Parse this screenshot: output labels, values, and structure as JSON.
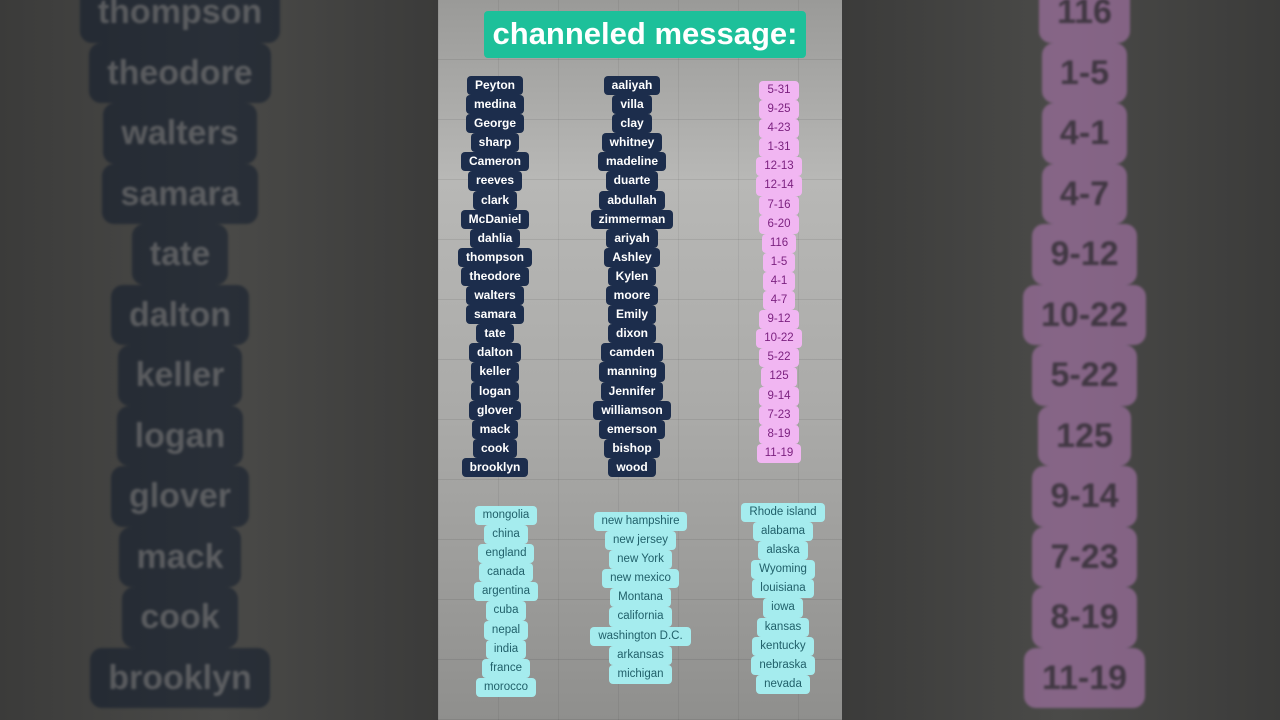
{
  "title": "channeled message:",
  "names_left": [
    "Peyton",
    "medina",
    "George",
    "sharp",
    "Cameron",
    "reeves",
    "clark",
    "McDaniel",
    "dahlia",
    "thompson",
    "theodore",
    "walters",
    "samara",
    "tate",
    "dalton",
    "keller",
    "logan",
    "glover",
    "mack",
    "cook",
    "brooklyn"
  ],
  "names_middle": [
    "aaliyah",
    "villa",
    "clay",
    "whitney",
    "madeline",
    "duarte",
    "abdullah",
    "zimmerman",
    "ariyah",
    "Ashley",
    "Kylen",
    "moore",
    "Emily",
    "dixon",
    "camden",
    "manning",
    "Jennifer",
    "williamson",
    "emerson",
    "bishop",
    "wood"
  ],
  "dates": [
    "5-31",
    "9-25",
    "4-23",
    "1-31",
    "12-13",
    "12-14",
    "7-16",
    "6-20",
    "116",
    "1-5",
    "4-1",
    "4-7",
    "9-12",
    "10-22",
    "5-22",
    "125",
    "9-14",
    "7-23",
    "8-19",
    "11-19"
  ],
  "countries": [
    "mongolia",
    "china",
    "england",
    "canada",
    "argentina",
    "cuba",
    "nepal",
    "india",
    "france",
    "morocco"
  ],
  "states_middle": [
    "new hampshire",
    "new jersey",
    "new York",
    "new mexico",
    "Montana",
    "california",
    "washington D.C.",
    "arkansas",
    "michigan"
  ],
  "states_right": [
    "Rhode island",
    "alabama",
    "alaska",
    "Wyoming",
    "louisiana",
    "iowa",
    "kansas",
    "kentucky",
    "nebraska",
    "nevada"
  ],
  "colors": {
    "title_bg": "#1dc09a",
    "name_bg": "#1c2d4c",
    "date_bg": "#f1b6f2",
    "place_bg": "#a5ecee"
  }
}
